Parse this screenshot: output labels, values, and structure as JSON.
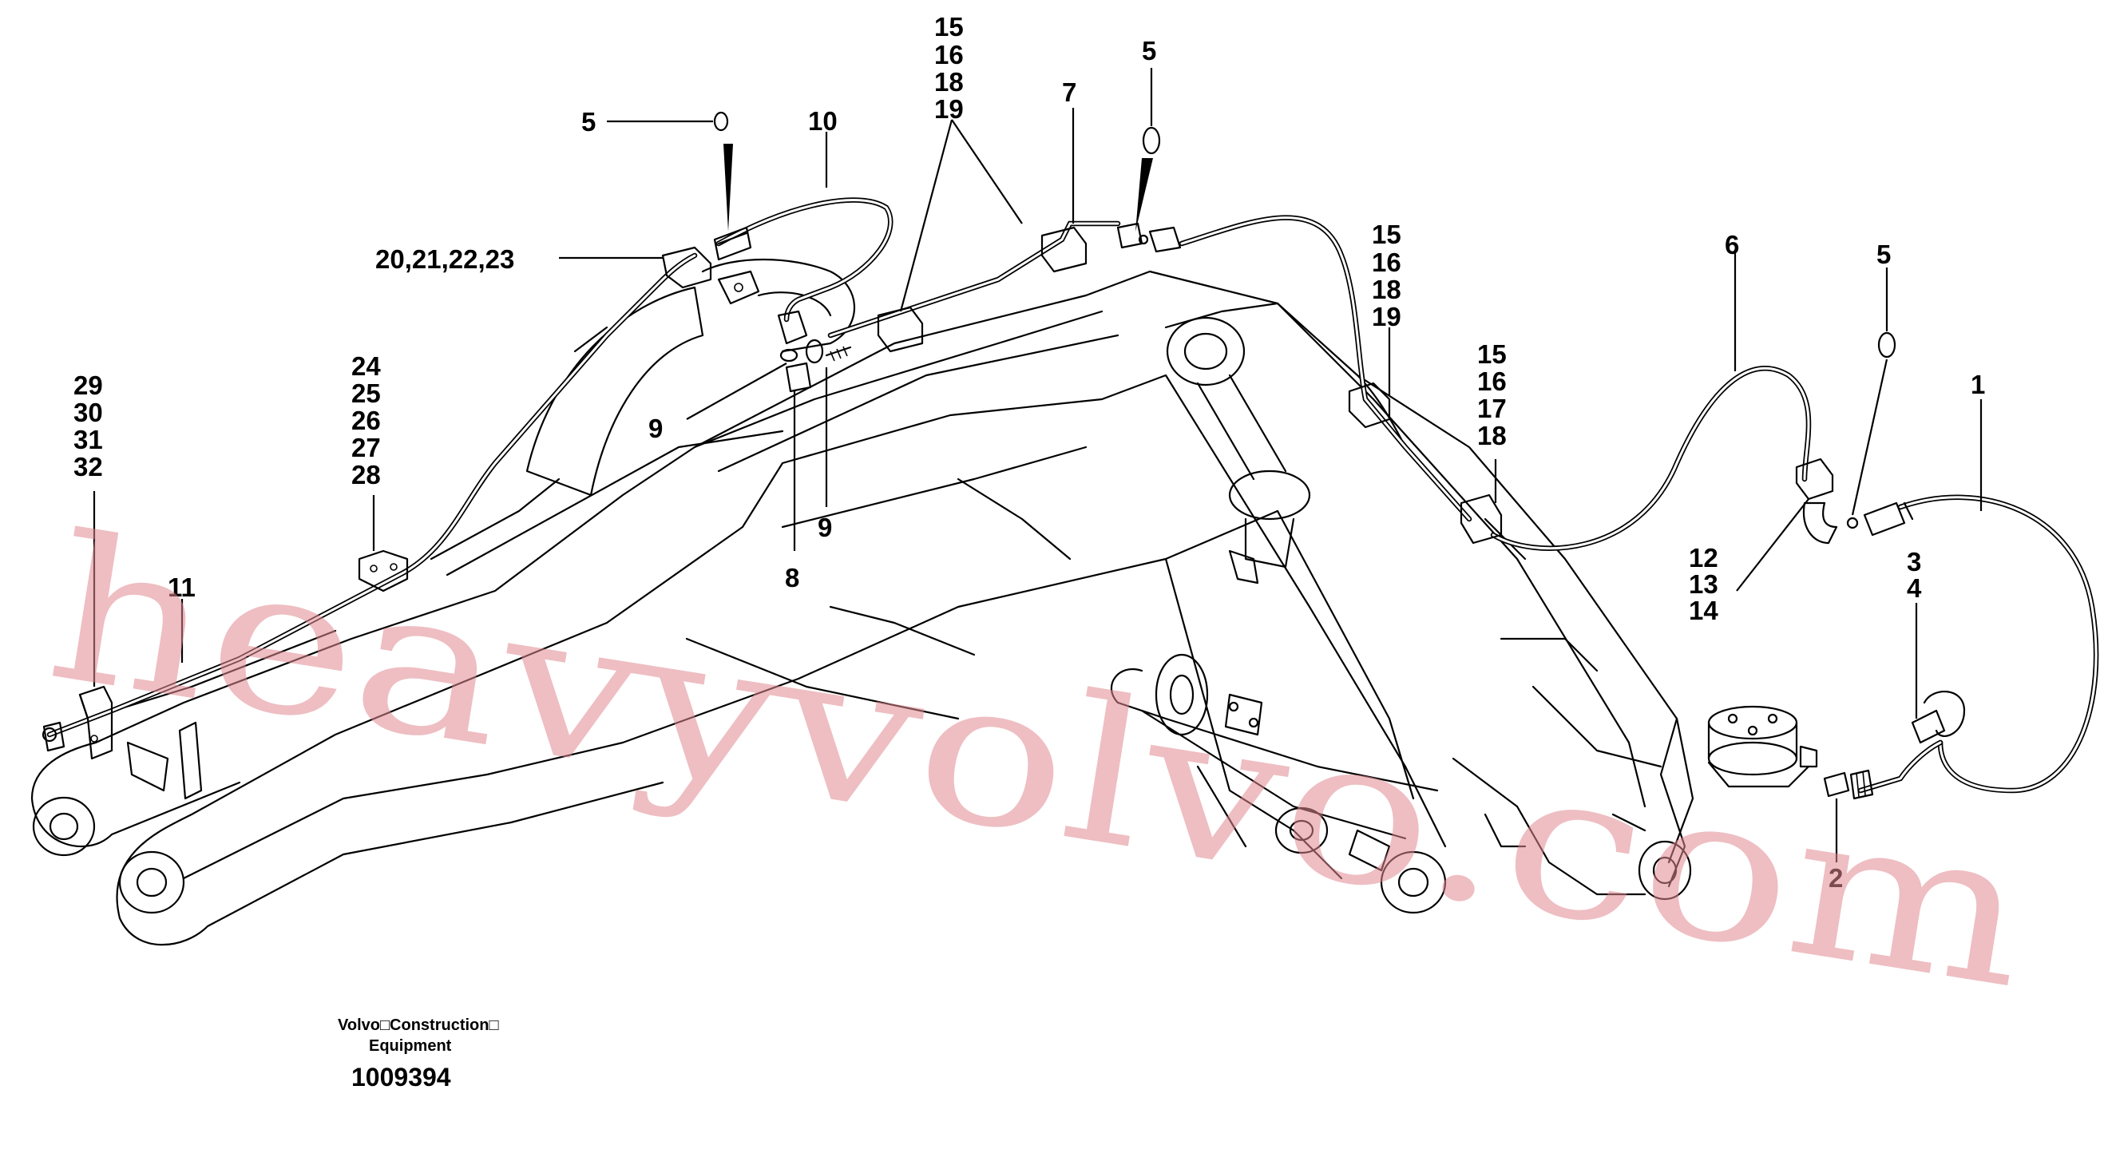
{
  "diagram": {
    "callouts": [
      {
        "id": "c-1",
        "lines": [
          "1"
        ]
      },
      {
        "id": "c-2",
        "lines": [
          "2"
        ]
      },
      {
        "id": "c-3-4",
        "lines": [
          "3",
          "4"
        ]
      },
      {
        "id": "c-5a",
        "lines": [
          "5"
        ]
      },
      {
        "id": "c-5b",
        "lines": [
          "5"
        ]
      },
      {
        "id": "c-5c",
        "lines": [
          "5"
        ]
      },
      {
        "id": "c-6",
        "lines": [
          "6"
        ]
      },
      {
        "id": "c-7",
        "lines": [
          "7"
        ]
      },
      {
        "id": "c-8",
        "lines": [
          "8"
        ]
      },
      {
        "id": "c-9a",
        "lines": [
          "9"
        ]
      },
      {
        "id": "c-9b",
        "lines": [
          "9"
        ]
      },
      {
        "id": "c-10",
        "lines": [
          "10"
        ]
      },
      {
        "id": "c-11",
        "lines": [
          "11"
        ]
      },
      {
        "id": "c-12-14",
        "lines": [
          "12",
          "13",
          "14"
        ]
      },
      {
        "id": "c-15-19a",
        "lines": [
          "15",
          "16",
          "18",
          "19"
        ]
      },
      {
        "id": "c-15-19b",
        "lines": [
          "15",
          "16",
          "18",
          "19"
        ]
      },
      {
        "id": "c-15-18",
        "lines": [
          "15",
          "16",
          "17",
          "18"
        ]
      },
      {
        "id": "c-20-23",
        "lines": [
          "20,21,22,23"
        ]
      },
      {
        "id": "c-24-28",
        "lines": [
          "24",
          "25",
          "26",
          "27",
          "28"
        ]
      },
      {
        "id": "c-29-32",
        "lines": [
          "29",
          "30",
          "31",
          "32"
        ]
      }
    ]
  },
  "footer": {
    "brand_line1": "Volvo□Construction□",
    "brand_line2": "Equipment",
    "drawing_number": "1009394"
  },
  "watermark": "heavyvolvo.com"
}
